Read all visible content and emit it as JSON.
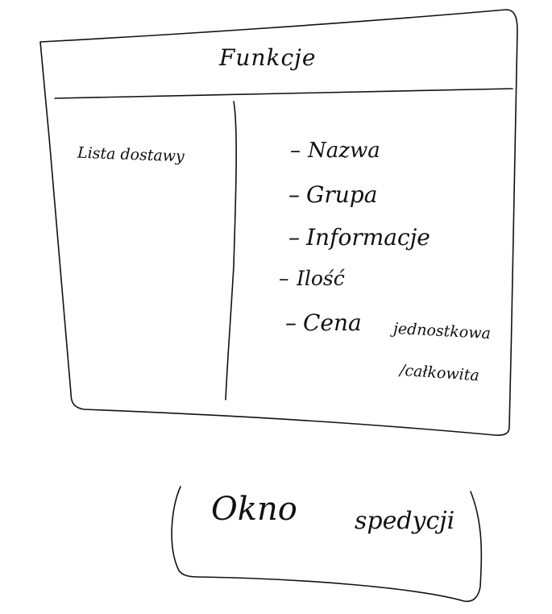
{
  "panel": {
    "title": "Funkcje",
    "left_label": "Lista dostawy",
    "fields": [
      "Nazwa",
      "Grupa",
      "Informacje",
      "Ilość",
      "Cena"
    ],
    "price_note_1": "jednostkowa",
    "price_note_2": "/całkowita"
  },
  "bottom_box": {
    "word_1": "Okno",
    "word_2": "spedycji"
  },
  "colors": {
    "ink": "#111111",
    "paper": "#ffffff"
  }
}
